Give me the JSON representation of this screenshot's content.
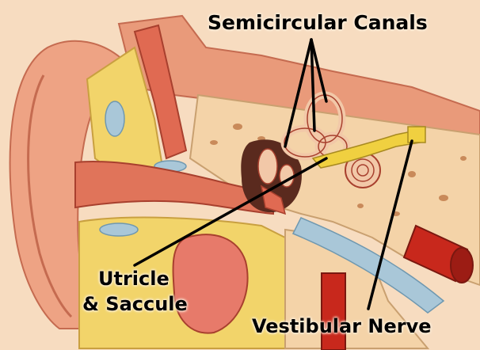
{
  "labels": {
    "semicircular_canals": "Semicircular Canals",
    "utricle_line1": "Utricle",
    "utricle_line2": "& Saccule",
    "vestibular_nerve": "Vestibular Nerve"
  },
  "colors": {
    "background": "#f7dcc0",
    "skin": "#e99a7a",
    "bone": "#f4d3a8",
    "fat": "#f2d46a",
    "muscle": "#e06a52",
    "cartilage_blue": "#a9c7d8",
    "nerve_yellow": "#f0d040",
    "vessel_red": "#c8281c",
    "leader_line": "#000000"
  }
}
